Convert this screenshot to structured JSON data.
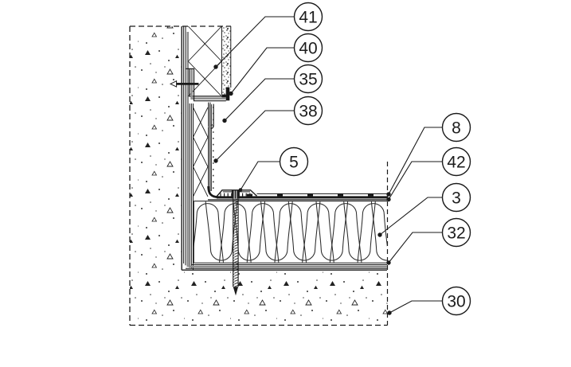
{
  "callouts": [
    {
      "label": "41"
    },
    {
      "label": "40"
    },
    {
      "label": "35"
    },
    {
      "label": "38"
    },
    {
      "label": "5"
    },
    {
      "label": "8"
    },
    {
      "label": "42"
    },
    {
      "label": "3"
    },
    {
      "label": "32"
    },
    {
      "label": "30"
    }
  ],
  "colors": {
    "line": "#1a1a1a",
    "gray": "#8f8f8f",
    "dark_fill": "#151515",
    "background": "#ffffff"
  }
}
